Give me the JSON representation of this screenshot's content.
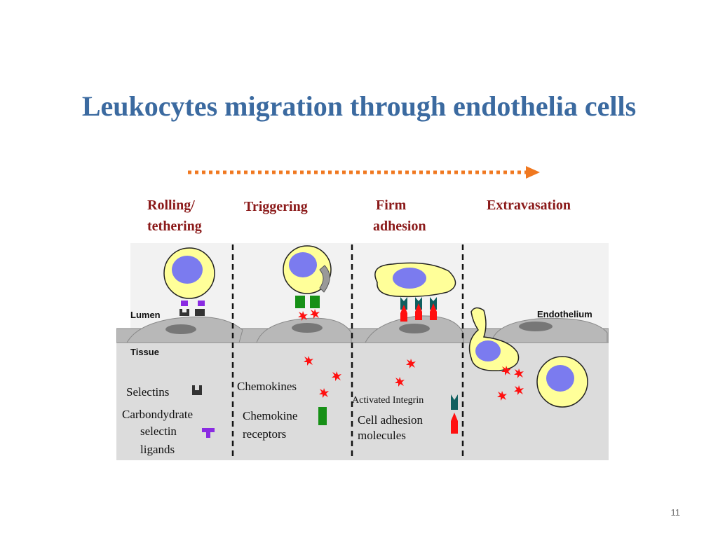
{
  "slide": {
    "title": "Leukocytes migration through endothelia cells",
    "page_number": "11"
  },
  "colors": {
    "title": "#3b6aa0",
    "arrow": "#f07820",
    "stage_label": "#8b1a1a",
    "leukocyte": "#ffff99",
    "nucleus": "#7b7bef",
    "endothelium": "#b8b8b8",
    "tissue": "#dcdcdc",
    "chemokine": "#ff1010",
    "integrin": "#0f5f5f",
    "adhesion_molecule": "#ff1010",
    "selectin": "#333333",
    "ligand": "#8a2be2",
    "receptor": "#169016"
  },
  "stages": [
    {
      "line1": "Rolling/",
      "line2": "tethering"
    },
    {
      "line1": "Triggering",
      "line2": ""
    },
    {
      "line1": "Firm",
      "line2": "adhesion"
    },
    {
      "line1": "Extravasation",
      "line2": ""
    }
  ],
  "regions": {
    "lumen": "Lumen",
    "tissue": "Tissue",
    "endothelium": "Endothelium"
  },
  "legend": {
    "selectins": "Selectins",
    "ligands_line1": "Carbondydrate",
    "ligands_line2": "selectin",
    "ligands_line3": "ligands",
    "chemokines": "Chemokines",
    "receptors_line1": "Chemokine",
    "receptors_line2": "receptors",
    "integrin": "Activated Integrin",
    "cam_line1": "Cell adhesion",
    "cam_line2": "molecules"
  }
}
